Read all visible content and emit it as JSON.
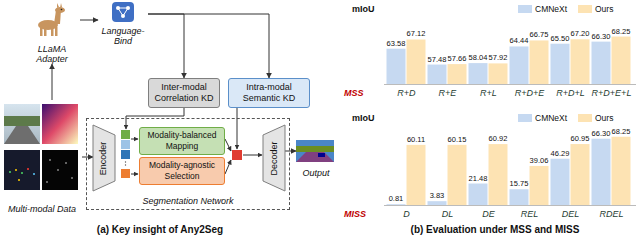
{
  "diagram": {
    "nodes": [
      {
        "text": [
          "LLaMA Adapter"
        ]
      },
      {
        "text": [
          "Language-Bind"
        ]
      },
      {
        "text": [
          "Inter-modal Correlation KD"
        ]
      },
      {
        "text": [
          "Intra-modal Semantic KD"
        ]
      },
      {
        "text": [
          "Multi-modal Data"
        ]
      },
      {
        "text": [
          "Segmentation Network"
        ]
      },
      {
        "text": [
          "Encoder"
        ],
        "in": 5
      },
      {
        "text": [
          "Modality-balanced Mapping"
        ],
        "in": 5
      },
      {
        "text": [
          "Modality-agnostic Selection"
        ],
        "in": 5
      },
      {
        "text": [
          "Decoder"
        ],
        "in": 5
      },
      {
        "text": [
          "Output"
        ]
      }
    ],
    "edges": [
      {
        "from": 4,
        "to": 0,
        "arrow": "to"
      },
      {
        "from": 0,
        "to": 1,
        "arrow": "to"
      },
      {
        "from": 1,
        "to": 2,
        "arrow": "to"
      },
      {
        "from": 1,
        "to": 3,
        "arrow": "to"
      },
      {
        "from": 4,
        "to": 6,
        "arrow": "to"
      },
      {
        "from": 9,
        "to": 10,
        "arrow": "to"
      }
    ],
    "labels": [
      "(a) Key insight of Any2Seg",
      "mIoU",
      "MSS",
      "R+D",
      "R+E",
      "R+L",
      "R+D+E",
      "R+D+L",
      "R+D+E+L",
      "63.58",
      "67.12",
      "57.48",
      "57.66",
      "58.04",
      "57.92",
      "64.44",
      "66.75",
      "65.50",
      "67.20",
      "66.30",
      "68.25",
      "mIoU",
      "MISS",
      "D",
      "DL",
      "DE",
      "REL",
      "DEL",
      "RDEL",
      "0.81",
      "60.11",
      "3.83",
      "60.15",
      "21.48",
      "60.92",
      "15.75",
      "39.06",
      "46.29",
      "60.95",
      "66.30",
      "68.25",
      "(b) Evaluation under MSS and MISS"
    ],
    "legend": [
      {
        "text": "CMNeXt",
        "color": "#c6d9f1"
      },
      {
        "text": "Ours",
        "color": "#fde3b3"
      },
      {
        "text": "CMNeXt",
        "color": "#c6d9f1"
      },
      {
        "text": "Ours",
        "color": "#fde3b3"
      }
    ]
  }
}
